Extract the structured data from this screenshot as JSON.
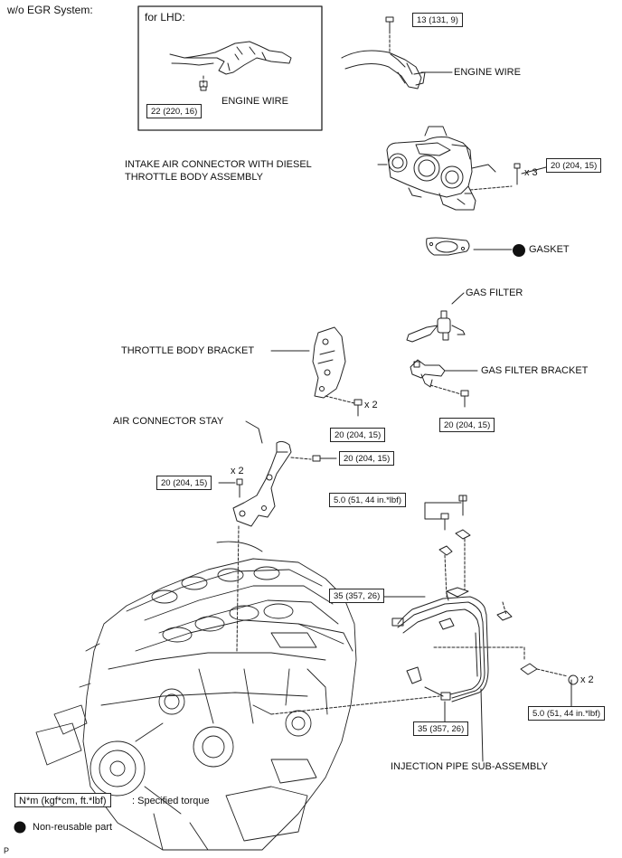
{
  "header": {
    "title": "w/o EGR System:"
  },
  "inset": {
    "title": "for LHD:",
    "torque": "22 (220, 16)",
    "part": "ENGINE WIRE"
  },
  "torques": {
    "t13": "13 (131, 9)",
    "t20_throttle": "20 (204, 15)",
    "t20_bracket": "20 (204, 15)",
    "t20_filter": "20 (204, 15)",
    "t20_stay_right": "20 (204, 15)",
    "t20_stay_left": "20 (204, 15)",
    "t50_top": "5.0 (51, 44 in.*lbf)",
    "t35_left": "35 (357, 26)",
    "t35_bottom": "35 (357, 26)",
    "t50_right": "5.0 (51, 44 in.*lbf)"
  },
  "multipliers": {
    "x3": "x 3",
    "x2_bracket": "x 2",
    "x2_stay": "x 2",
    "x2_right": "x 2"
  },
  "parts": {
    "engine_wire": "ENGINE WIRE",
    "intake_line1": "INTAKE AIR CONNECTOR WITH DIESEL",
    "intake_line2": "THROTTLE BODY ASSEMBLY",
    "gasket": "GASKET",
    "gas_filter": "GAS FILTER",
    "throttle_bracket": "THROTTLE BODY BRACKET",
    "gas_filter_bracket": "GAS FILTER BRACKET",
    "air_connector_stay": "AIR CONNECTOR STAY",
    "injection_pipe": "INJECTION PIPE SUB-ASSEMBLY"
  },
  "legend": {
    "torque_box": "N*m (kgf*cm, ft.*lbf)",
    "torque_desc": ": Specified torque",
    "nonreusable": "Non-reusable part"
  },
  "footer": {
    "code": "P"
  }
}
